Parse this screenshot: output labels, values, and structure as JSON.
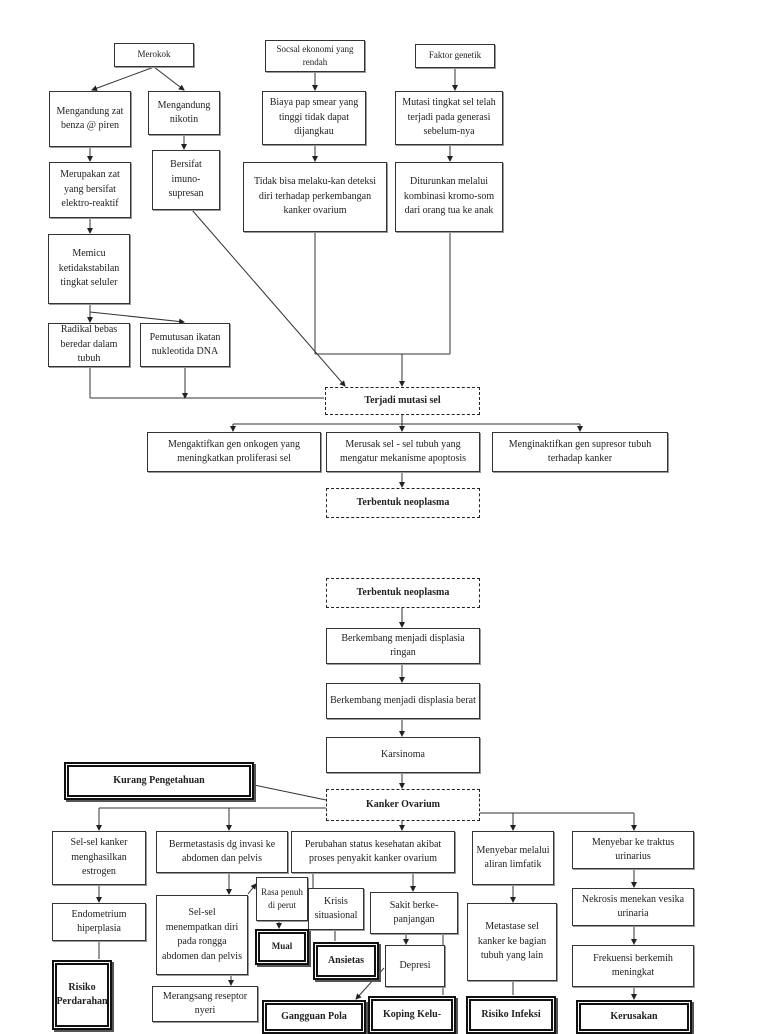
{
  "top": {
    "merokok": "Merokok",
    "sosial": "Socsal ekonomi yang rendah",
    "genetik": "Faktor genetik",
    "benza": "Mengandung zat benza @ piren",
    "nikotin": "Mengandung nikotin",
    "biaya": "Biaya pap smear yang tinggi tidak dapat dijangkau",
    "mutasi_gen": "Mutasi tingkat sel telah terjadi pada generasi sebelum-nya",
    "elektro": "Merupakan zat yang bersifat elektro-reaktif",
    "imuno": "Bersifat imuno-supresan",
    "deteksi": "Tidak bisa melaku-kan deteksi diri terhadap perkembangan kanker ovarium",
    "diturunkan": "Diturunkan melalui kombinasi kromo-som dari orang tua ke anak",
    "memicu": "Memicu ketidakstabilan tingkat seluler",
    "radikal": "Radikal bebas beredar dalam tubuh",
    "pemutusan": "Pemutusan ikatan nukleotida DNA",
    "mutasi_sel": "Terjadi mutasi sel",
    "onkogen": "Mengaktifkan gen onkogen yang meningkatkan proliferasi sel",
    "merusak": "Merusak sel - sel tubuh yang mengatur mekanisme apoptosis",
    "supresor": "Menginaktifkan gen supresor tubuh terhadap kanker",
    "neoplasma": "Terbentuk neoplasma"
  },
  "bottom": {
    "neoplasma": "Terbentuk neoplasma",
    "ringan": "Berkembang menjadi displasia ringan",
    "berat": "Berkembang menjadi displasia berat",
    "karsinoma": "Karsinoma",
    "kurang": "Kurang Pengetahuan",
    "kanker": "Kanker Ovarium",
    "estrogen": "Sel-sel kanker menghasilkan estrogen",
    "metastasis": "Bermetastasis dg invasi ke abdomen dan pelvis",
    "perubahan": "Perubahan status kesehatan akibat proses penyakit kanker ovarium",
    "limfatik": "Menyebar melalui aliran limfatik",
    "traktus": "Menyebar ke traktus urinarius",
    "endometrium": "Endometrium hiperplasia",
    "menempatkan": "Sel-sel menempatkan diri pada rongga abdomen dan pelvis",
    "rasa": "Rasa penuh di perut",
    "krisis": "Krisis situasional",
    "sakit": "Sakit berke-panjangan",
    "metastase": "Metastase sel kanker ke bagian tubuh yang lain",
    "nekrosis": "Nekrosis menekan vesika urinaria",
    "mual": "Mual",
    "ansietas": "Ansietas",
    "depresi": "Depresi",
    "frekuensi": "Frekuensi berkemih meningkat",
    "perdarahan": "Risiko Perdarahan",
    "merangsang": "Merangsang reseptor nyeri",
    "gangguan": "Gangguan Pola",
    "koping": "Koping Kelu-",
    "infeksi": "Risiko Infeksi",
    "kerusakan": "Kerusakan"
  }
}
